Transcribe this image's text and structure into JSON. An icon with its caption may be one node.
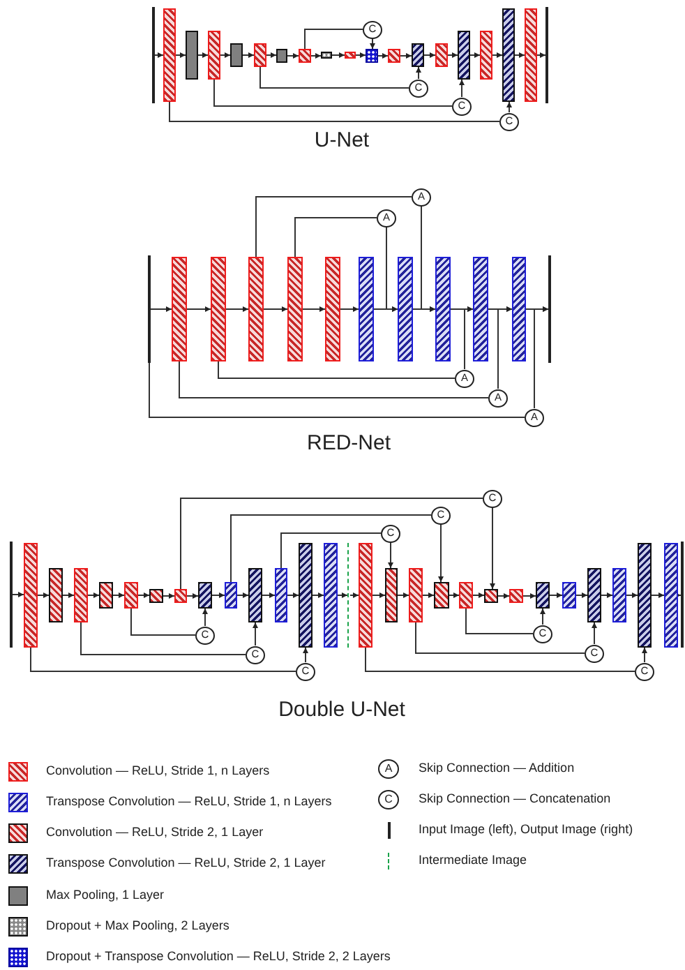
{
  "diagram": {
    "nodes": [
      {
        "text": [],
        "shape": "line"
      },
      {
        "text": [],
        "shape": "bar"
      },
      {
        "text": [],
        "shape": "bar"
      },
      {
        "text": [],
        "shape": "bar"
      },
      {
        "text": [],
        "shape": "bar"
      },
      {
        "text": [],
        "shape": "bar"
      },
      {
        "text": [],
        "shape": "bar"
      },
      {
        "text": [],
        "shape": "bar"
      },
      {
        "text": [],
        "shape": "bar"
      },
      {
        "text": [],
        "shape": "bar"
      },
      {
        "text": [],
        "shape": "bar"
      },
      {
        "text": [],
        "shape": "bar"
      },
      {
        "text": [],
        "shape": "bar"
      },
      {
        "text": [],
        "shape": "bar"
      },
      {
        "text": [],
        "shape": "bar"
      },
      {
        "text": [],
        "shape": "bar"
      },
      {
        "text": [],
        "shape": "bar"
      },
      {
        "text": [],
        "shape": "bar"
      },
      {
        "text": [],
        "shape": "line"
      },
      {
        "text": [
          "C"
        ]
      },
      {
        "text": [
          "C"
        ]
      },
      {
        "text": [
          "C"
        ]
      },
      {
        "text": [
          "C"
        ]
      },
      {
        "text": [],
        "shape": "line"
      },
      {
        "text": [],
        "shape": "bar"
      },
      {
        "text": [],
        "shape": "bar"
      },
      {
        "text": [],
        "shape": "bar"
      },
      {
        "text": [],
        "shape": "bar"
      },
      {
        "text": [],
        "shape": "bar"
      },
      {
        "text": [],
        "shape": "bar"
      },
      {
        "text": [],
        "shape": "bar"
      },
      {
        "text": [],
        "shape": "bar"
      },
      {
        "text": [],
        "shape": "bar"
      },
      {
        "text": [],
        "shape": "bar"
      },
      {
        "text": [],
        "shape": "line"
      },
      {
        "text": [
          "A"
        ]
      },
      {
        "text": [
          "A"
        ]
      },
      {
        "text": [
          "A"
        ]
      },
      {
        "text": [
          "A"
        ]
      },
      {
        "text": [
          "A"
        ]
      },
      {
        "text": [],
        "shape": "line"
      },
      {
        "text": [],
        "shape": "bar"
      },
      {
        "text": [],
        "shape": "bar"
      },
      {
        "text": [],
        "shape": "bar"
      },
      {
        "text": [],
        "shape": "bar"
      },
      {
        "text": [],
        "shape": "bar"
      },
      {
        "text": [],
        "shape": "bar"
      },
      {
        "text": [],
        "shape": "bar"
      },
      {
        "text": [],
        "shape": "bar"
      },
      {
        "text": [],
        "shape": "bar"
      },
      {
        "text": [],
        "shape": "bar"
      },
      {
        "text": [],
        "shape": "bar"
      },
      {
        "text": [],
        "shape": "bar"
      },
      {
        "text": [],
        "shape": "bar"
      },
      {
        "text": [],
        "shape": "line"
      },
      {
        "text": [],
        "shape": "bar"
      },
      {
        "text": [],
        "shape": "bar"
      },
      {
        "text": [],
        "shape": "bar"
      },
      {
        "text": [],
        "shape": "bar"
      },
      {
        "text": [],
        "shape": "bar"
      },
      {
        "text": [],
        "shape": "bar"
      },
      {
        "text": [],
        "shape": "bar"
      },
      {
        "text": [],
        "shape": "bar"
      },
      {
        "text": [],
        "shape": "bar"
      },
      {
        "text": [],
        "shape": "bar"
      },
      {
        "text": [],
        "shape": "bar"
      },
      {
        "text": [],
        "shape": "bar"
      },
      {
        "text": [],
        "shape": "bar"
      },
      {
        "text": [],
        "shape": "line"
      },
      {
        "text": [
          "C"
        ]
      },
      {
        "text": [
          "C"
        ]
      },
      {
        "text": [
          "C"
        ]
      },
      {
        "text": [
          "C"
        ]
      },
      {
        "text": [
          "C"
        ]
      },
      {
        "text": [
          "C"
        ]
      },
      {
        "text": [
          "C"
        ]
      },
      {
        "text": [
          "C"
        ]
      },
      {
        "text": [
          "C"
        ]
      }
    ],
    "edges": [
      {
        "from": 0,
        "to": 1,
        "arrow": "to"
      },
      {
        "from": 1,
        "to": 2,
        "arrow": "to"
      },
      {
        "from": 2,
        "to": 3,
        "arrow": "to"
      },
      {
        "from": 3,
        "to": 4,
        "arrow": "to"
      },
      {
        "from": 4,
        "to": 5,
        "arrow": "to"
      },
      {
        "from": 5,
        "to": 6,
        "arrow": "to"
      },
      {
        "from": 6,
        "to": 7,
        "arrow": "to"
      },
      {
        "from": 7,
        "to": 8,
        "arrow": "to"
      },
      {
        "from": 8,
        "to": 9,
        "arrow": "to"
      },
      {
        "from": 9,
        "to": 10,
        "arrow": "to"
      },
      {
        "from": 10,
        "to": 11,
        "arrow": "to"
      },
      {
        "from": 11,
        "to": 12,
        "arrow": "to"
      },
      {
        "from": 12,
        "to": 13,
        "arrow": "to"
      },
      {
        "from": 13,
        "to": 14,
        "arrow": "to"
      },
      {
        "from": 14,
        "to": 15,
        "arrow": "to"
      },
      {
        "from": 15,
        "to": 16,
        "arrow": "to"
      },
      {
        "from": 16,
        "to": 17,
        "arrow": "to"
      },
      {
        "from": 17,
        "to": 18,
        "arrow": "to"
      },
      {
        "from": 7,
        "to": 19,
        "arrow": "none"
      },
      {
        "from": 19,
        "to": 10,
        "arrow": "to"
      },
      {
        "from": 5,
        "to": 20,
        "arrow": "none"
      },
      {
        "from": 20,
        "to": 12,
        "arrow": "to"
      },
      {
        "from": 3,
        "to": 21,
        "arrow": "none"
      },
      {
        "from": 21,
        "to": 14,
        "arrow": "to"
      },
      {
        "from": 1,
        "to": 22,
        "arrow": "none"
      },
      {
        "from": 22,
        "to": 16,
        "arrow": "to"
      },
      {
        "from": 23,
        "to": 24,
        "arrow": "to"
      },
      {
        "from": 24,
        "to": 25,
        "arrow": "to"
      },
      {
        "from": 25,
        "to": 26,
        "arrow": "to"
      },
      {
        "from": 26,
        "to": 27,
        "arrow": "to"
      },
      {
        "from": 27,
        "to": 28,
        "arrow": "to"
      },
      {
        "from": 28,
        "to": 29,
        "arrow": "to"
      },
      {
        "from": 29,
        "to": 30,
        "arrow": "to"
      },
      {
        "from": 30,
        "to": 31,
        "arrow": "to"
      },
      {
        "from": 31,
        "to": 32,
        "arrow": "to"
      },
      {
        "from": 32,
        "to": 33,
        "arrow": "to"
      },
      {
        "from": 33,
        "to": 34,
        "arrow": "to"
      },
      {
        "from": 26,
        "to": 35,
        "arrow": "none"
      },
      {
        "from": 35,
        "to": 31,
        "arrow": "to"
      },
      {
        "from": 27,
        "to": 36,
        "arrow": "none"
      },
      {
        "from": 36,
        "to": 30,
        "arrow": "to"
      },
      {
        "from": 25,
        "to": 37,
        "arrow": "none"
      },
      {
        "from": 37,
        "to": 32,
        "arrow": "to"
      },
      {
        "from": 24,
        "to": 38,
        "arrow": "none"
      },
      {
        "from": 38,
        "to": 33,
        "arrow": "to"
      },
      {
        "from": 23,
        "to": 39,
        "arrow": "none"
      },
      {
        "from": 39,
        "to": 34,
        "arrow": "to"
      },
      {
        "from": 40,
        "to": 41,
        "arrow": "to"
      },
      {
        "from": 41,
        "to": 42,
        "arrow": "to"
      },
      {
        "from": 42,
        "to": 43,
        "arrow": "to"
      },
      {
        "from": 43,
        "to": 44,
        "arrow": "to"
      },
      {
        "from": 44,
        "to": 45,
        "arrow": "to"
      },
      {
        "from": 45,
        "to": 46,
        "arrow": "to"
      },
      {
        "from": 46,
        "to": 47,
        "arrow": "to"
      },
      {
        "from": 47,
        "to": 48,
        "arrow": "to"
      },
      {
        "from": 48,
        "to": 49,
        "arrow": "to"
      },
      {
        "from": 49,
        "to": 50,
        "arrow": "to"
      },
      {
        "from": 50,
        "to": 51,
        "arrow": "to"
      },
      {
        "from": 51,
        "to": 52,
        "arrow": "to"
      },
      {
        "from": 52,
        "to": 53,
        "arrow": "to"
      },
      {
        "from": 53,
        "to": 54,
        "arrow": "to"
      },
      {
        "from": 54,
        "to": 55,
        "arrow": "to"
      },
      {
        "from": 55,
        "to": 56,
        "arrow": "to"
      },
      {
        "from": 56,
        "to": 57,
        "arrow": "to"
      },
      {
        "from": 57,
        "to": 58,
        "arrow": "to"
      },
      {
        "from": 58,
        "to": 59,
        "arrow": "to"
      },
      {
        "from": 59,
        "to": 60,
        "arrow": "to"
      },
      {
        "from": 60,
        "to": 61,
        "arrow": "to"
      },
      {
        "from": 61,
        "to": 62,
        "arrow": "to"
      },
      {
        "from": 62,
        "to": 63,
        "arrow": "to"
      },
      {
        "from": 63,
        "to": 64,
        "arrow": "to"
      },
      {
        "from": 64,
        "to": 65,
        "arrow": "to"
      },
      {
        "from": 65,
        "to": 66,
        "arrow": "to"
      },
      {
        "from": 66,
        "to": 67,
        "arrow": "to"
      },
      {
        "from": 67,
        "to": 68,
        "arrow": "to"
      },
      {
        "from": 47,
        "to": 69,
        "arrow": "none"
      },
      {
        "from": 69,
        "to": 60,
        "arrow": "to"
      },
      {
        "from": 49,
        "to": 70,
        "arrow": "none"
      },
      {
        "from": 70,
        "to": 58,
        "arrow": "to"
      },
      {
        "from": 51,
        "to": 71,
        "arrow": "none"
      },
      {
        "from": 71,
        "to": 56,
        "arrow": "to"
      },
      {
        "from": 45,
        "to": 72,
        "arrow": "none"
      },
      {
        "from": 72,
        "to": 48,
        "arrow": "to"
      },
      {
        "from": 59,
        "to": 73,
        "arrow": "none"
      },
      {
        "from": 73,
        "to": 62,
        "arrow": "to"
      },
      {
        "from": 43,
        "to": 74,
        "arrow": "none"
      },
      {
        "from": 74,
        "to": 50,
        "arrow": "to"
      },
      {
        "from": 57,
        "to": 75,
        "arrow": "none"
      },
      {
        "from": 75,
        "to": 64,
        "arrow": "to"
      },
      {
        "from": 41,
        "to": 76,
        "arrow": "none"
      },
      {
        "from": 76,
        "to": 52,
        "arrow": "to"
      },
      {
        "from": 55,
        "to": 77,
        "arrow": "none"
      },
      {
        "from": 77,
        "to": 66,
        "arrow": "to"
      }
    ],
    "labels": [
      "U-Net",
      "RED-Net",
      "Double U-Net",
      "A",
      "C"
    ],
    "legend": [
      {
        "text": "Convolution — ReLU, Stride 1, n Layers"
      },
      {
        "text": "Transpose Convolution — ReLU, Stride 1, n Layers"
      },
      {
        "text": "Convolution — ReLU, Stride 2, 1 Layer"
      },
      {
        "text": "Transpose Convolution — ReLU, Stride 2, 1 Layer"
      },
      {
        "text": "Max Pooling, 1 Layer",
        "color": "#808080"
      },
      {
        "text": "Dropout + Max Pooling, 2 Layers"
      },
      {
        "text": "Dropout + Transpose Convolution — ReLU, Stride 2, 2 Layers"
      },
      {
        "text": "Skip Connection — Addition"
      },
      {
        "text": "Skip Connection — Concatenation"
      },
      {
        "text": "Input Image (left), Output Image (right)"
      },
      {
        "text": "Intermediate Image"
      }
    ]
  }
}
